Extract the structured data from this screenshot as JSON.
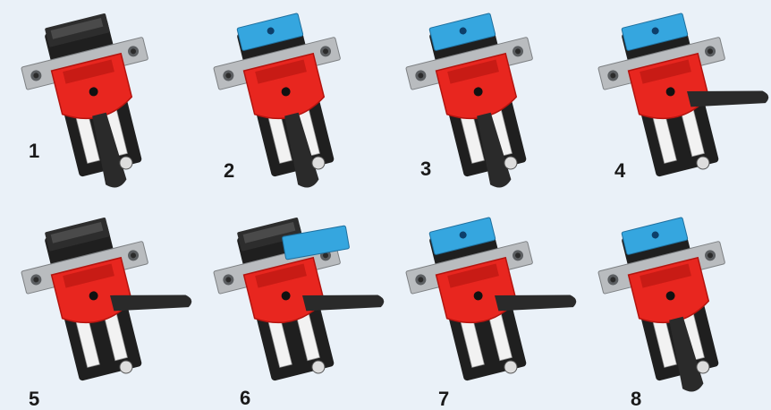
{
  "colors": {
    "background": "#eaf1f8",
    "clamp_body": "#e8261f",
    "clamp_shadow": "#b3140f",
    "base_frame": "#1f1f1f",
    "plate_grey": "#b9bcbf",
    "workpiece_blue": "#35a6df",
    "handle": "#2a2a2a",
    "rail": "#f2f2f2"
  },
  "steps": [
    {
      "label": "1",
      "handle": "down",
      "block": "none"
    },
    {
      "label": "2",
      "handle": "down",
      "block": "clamped"
    },
    {
      "label": "3",
      "handle": "down",
      "block": "clamped"
    },
    {
      "label": "4",
      "handle": "right",
      "block": "clamped"
    },
    {
      "label": "5",
      "handle": "right",
      "block": "none"
    },
    {
      "label": "6",
      "handle": "right",
      "block": "lifted"
    },
    {
      "label": "7",
      "handle": "right",
      "block": "clamped"
    },
    {
      "label": "8",
      "handle": "down",
      "block": "clamped"
    }
  ]
}
